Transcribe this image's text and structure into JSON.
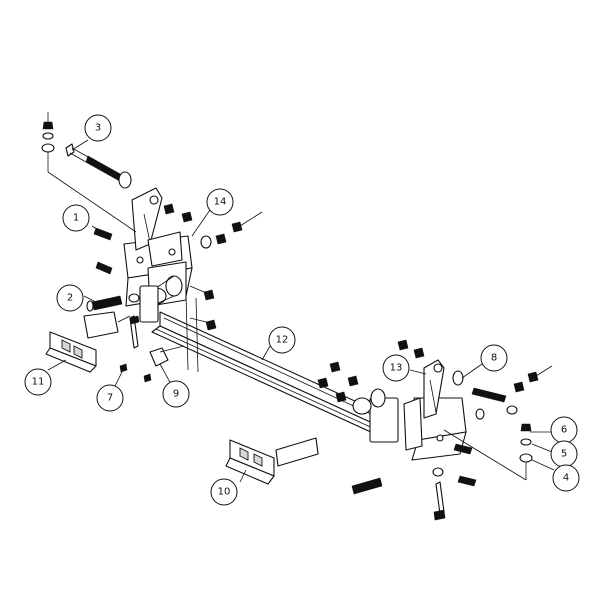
{
  "diagram": {
    "callouts": [
      {
        "id": "callout-1",
        "label": "1"
      },
      {
        "id": "callout-2",
        "label": "2"
      },
      {
        "id": "callout-3",
        "label": "3"
      },
      {
        "id": "callout-4",
        "label": "4"
      },
      {
        "id": "callout-5",
        "label": "5"
      },
      {
        "id": "callout-6",
        "label": "6"
      },
      {
        "id": "callout-7",
        "label": "7"
      },
      {
        "id": "callout-8",
        "label": "8"
      },
      {
        "id": "callout-9",
        "label": "9"
      },
      {
        "id": "callout-10",
        "label": "10"
      },
      {
        "id": "callout-11",
        "label": "11"
      },
      {
        "id": "callout-12",
        "label": "12"
      },
      {
        "id": "callout-13",
        "label": "13"
      },
      {
        "id": "callout-14",
        "label": "14"
      }
    ]
  }
}
